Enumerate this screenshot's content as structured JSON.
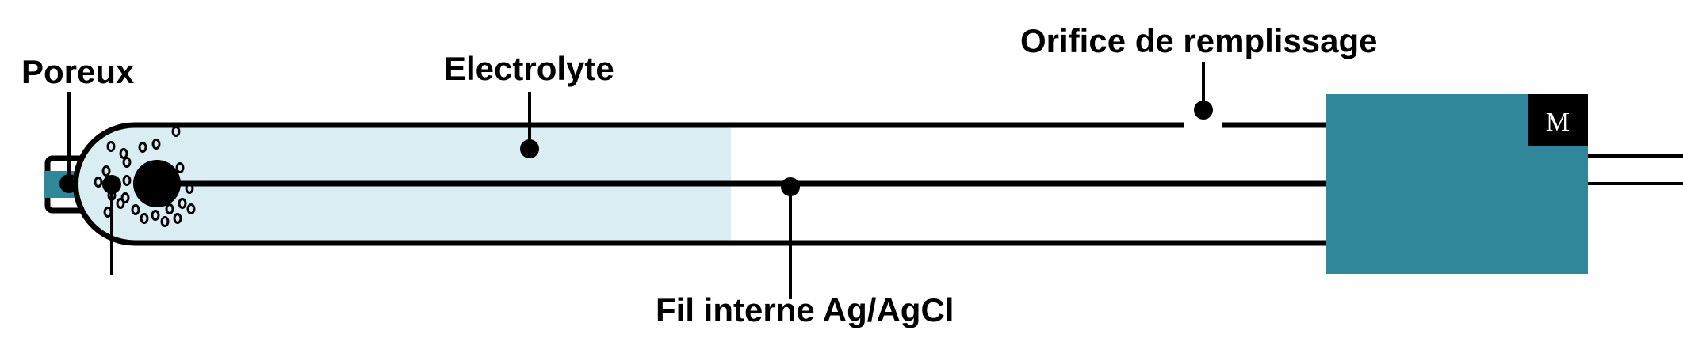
{
  "labels": {
    "poreux": "Poreux",
    "electrolyte": "Electrolyte",
    "orifice": "Orifice de remplissage",
    "fil": "Fil interne Ag/AgCl",
    "meter": "M"
  },
  "colors": {
    "teal": "#2f8799",
    "electrolyte_fill": "#daedf2",
    "outline": "#000000",
    "meter_label_bg": "#000000",
    "meter_label_text": "#ffffff"
  }
}
